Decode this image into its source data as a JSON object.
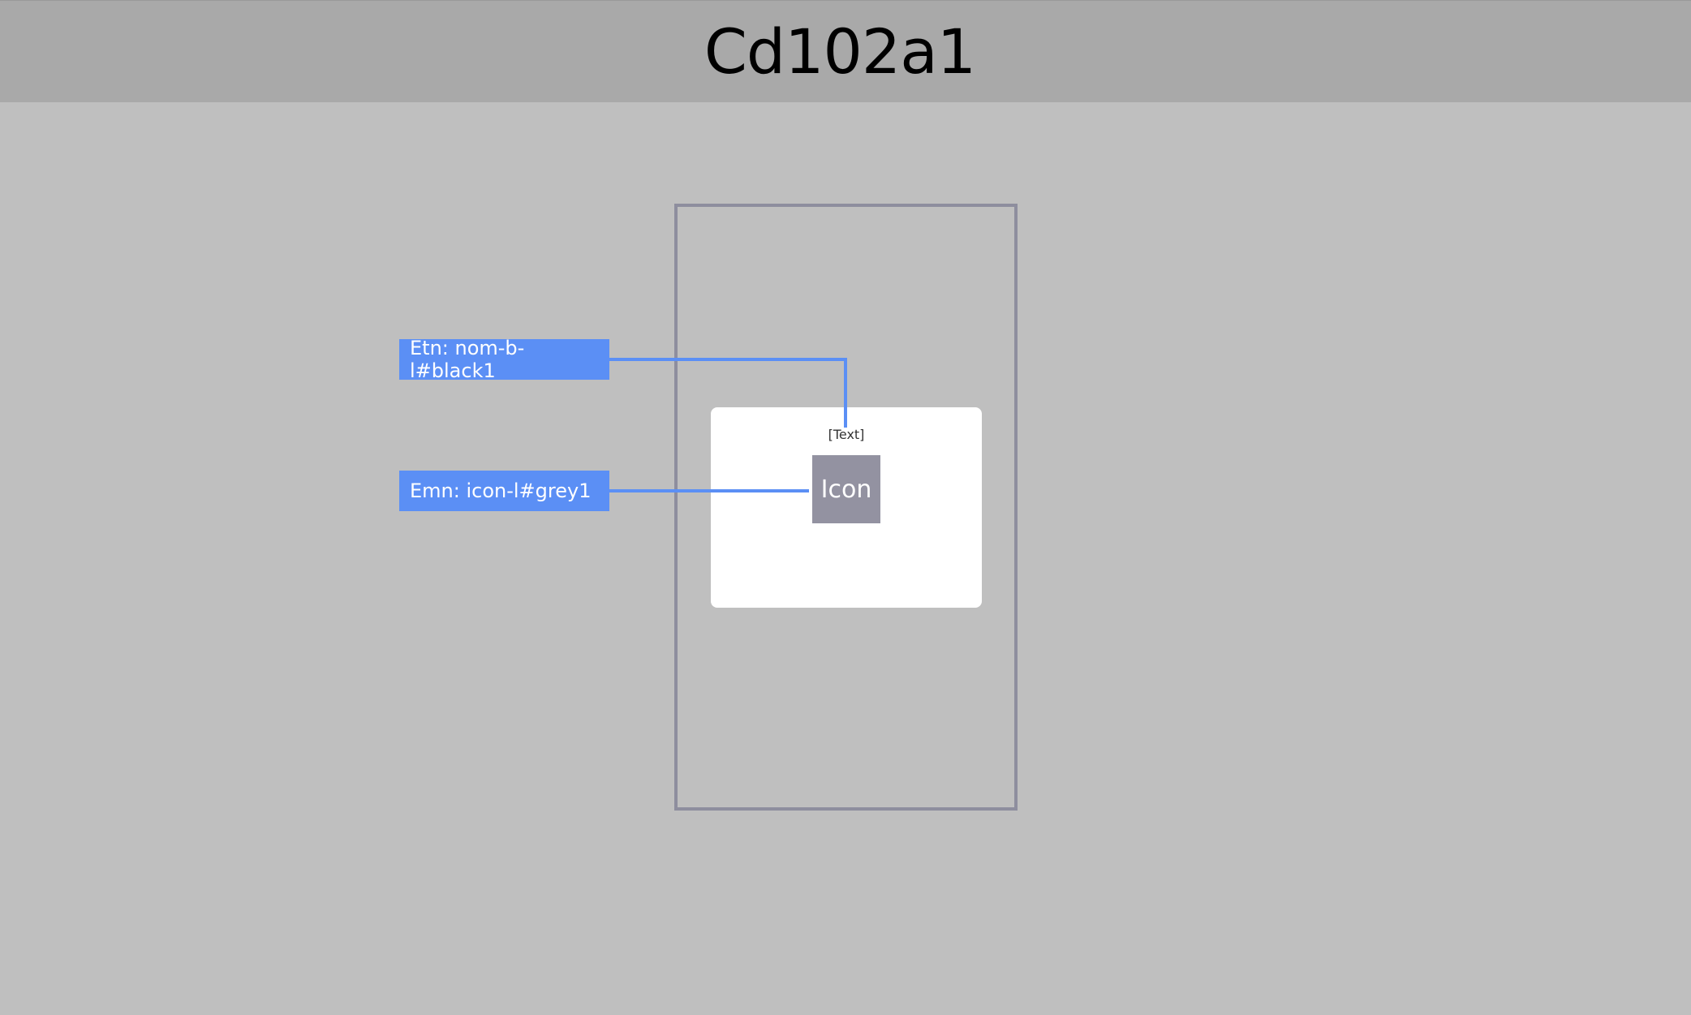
{
  "header": {
    "title": "Cd102a1"
  },
  "card": {
    "text": "[Text]",
    "icon_label": "Icon"
  },
  "annotations": [
    {
      "label": "Etn: nom-b-l#black1"
    },
    {
      "label": "Emn: icon-l#grey1"
    }
  ],
  "colors": {
    "background": "#bfbfbf",
    "header": "#a9a9a9",
    "annotation": "#5b8ff5",
    "connector": "#5b8ff5",
    "frame": "#8e8e9e",
    "icon_fill": "#9392a1"
  }
}
